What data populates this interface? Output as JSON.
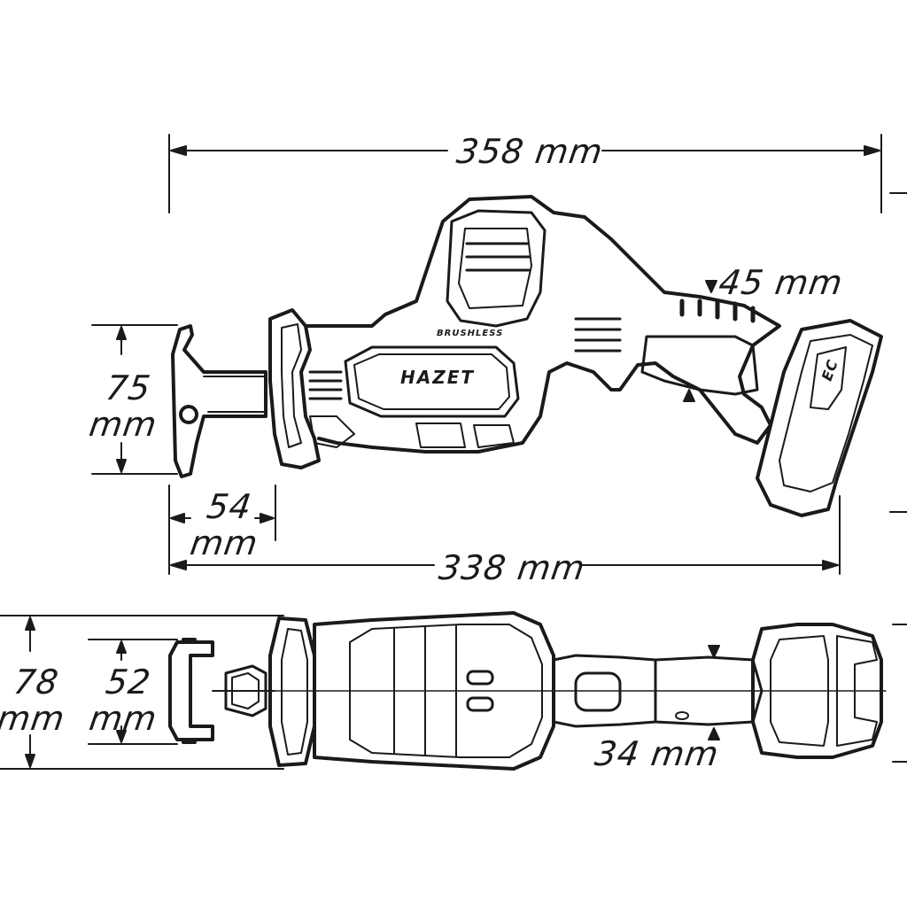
{
  "brand": "HAZET",
  "motor_label": "BRUSHLESS",
  "battery_badge": "EC",
  "dimensions": {
    "overall_length": "358 mm",
    "body_length": "338 mm",
    "blade_holder_height": "75",
    "blade_holder_height_unit": "mm",
    "blade_offset": "54",
    "blade_offset_unit": "mm",
    "grip_height": "45 mm",
    "grip_width": "34 mm",
    "shoe_height_total": "78",
    "shoe_height_total_unit": "mm",
    "shoe_height_inner": "52",
    "shoe_height_inner_unit": "mm"
  }
}
